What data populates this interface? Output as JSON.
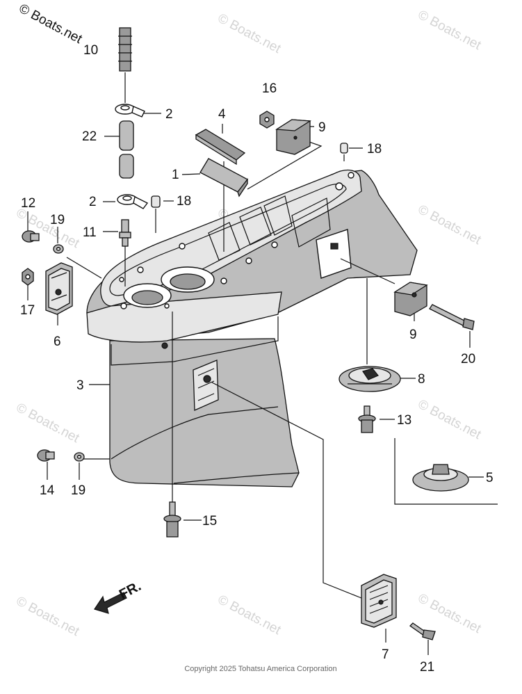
{
  "watermark_main": "© Boats.net",
  "watermark_faded": "© Boats.net",
  "copyright": "Copyright 2025 Tohatsu America Corporation",
  "direction_label": "FR.",
  "parts": {
    "p1": "1",
    "p2a": "2",
    "p2b": "2",
    "p3": "3",
    "p4": "4",
    "p5": "5",
    "p6": "6",
    "p7": "7",
    "p8": "8",
    "p9a": "9",
    "p9b": "9",
    "p10": "10",
    "p11": "11",
    "p12": "12",
    "p13": "13",
    "p14": "14",
    "p15": "15",
    "p16": "16",
    "p17": "17",
    "p18a": "18",
    "p18b": "18",
    "p19a": "19",
    "p19b": "19",
    "p20": "20",
    "p21": "21",
    "p22": "22"
  }
}
